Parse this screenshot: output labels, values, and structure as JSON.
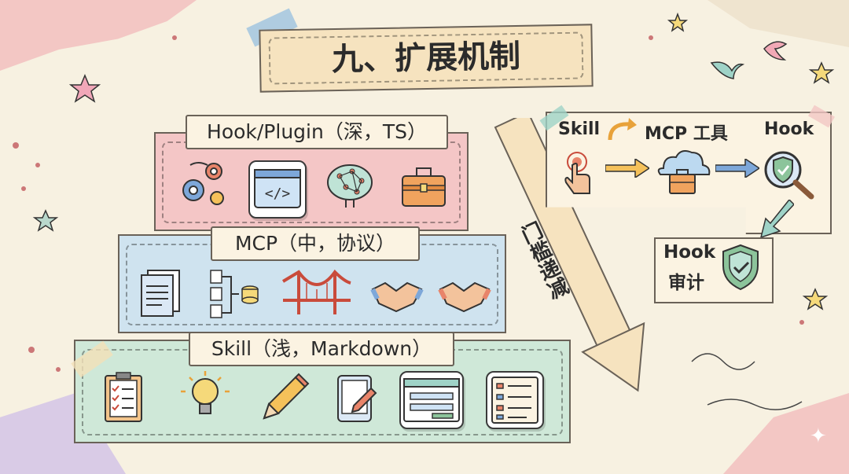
{
  "title": "九、扩展机制",
  "layers": {
    "hook": {
      "label": "Hook/Plugin（深，TS）"
    },
    "mcp": {
      "label": "MCP（中，协议）"
    },
    "skill": {
      "label": "Skill（浅，Markdown）"
    }
  },
  "arrow_label": "门槛递减",
  "flow": {
    "skill": "Skill",
    "mcp": "MCP 工具",
    "hook": "Hook",
    "audit_line1": "Hook",
    "audit_line2": "审计"
  },
  "colors": {
    "hook_layer": "#f4c6c6",
    "mcp_layer": "#cfe3ef",
    "skill_layer": "#cfe8d8",
    "paper": "#f7f1e1"
  }
}
